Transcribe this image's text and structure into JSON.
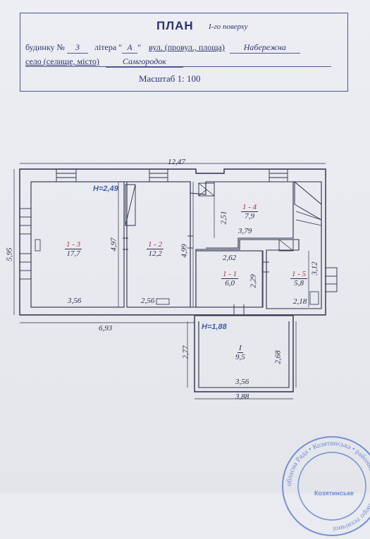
{
  "header": {
    "title": "ПЛАН",
    "subtitle": "І-го поверху",
    "building_label": "будинку №",
    "building_no": "3",
    "litera_label": "літера \"",
    "litera_value": "А",
    "litera_close": "\"",
    "street_label": "вул. (провул., площа)",
    "street_value": "Набережна",
    "village_label": "село (селище, місто)",
    "village_value": "Самгородок",
    "scale": "Масштаб  1: 100"
  },
  "plan": {
    "heights": {
      "main": "H=2,49",
      "annex": "H=1,88"
    },
    "dimensions": {
      "top_total": "12,47",
      "left_height": "5,95",
      "bottom_left": "6,93",
      "r13_width": "3,56",
      "r13_height": "4,97",
      "r12_width": "2,56",
      "r12_height": "4,99",
      "r14_height": "2,51",
      "r14_width": "3,79",
      "r11_width": "2,62",
      "r11_height": "2,29",
      "r15_height": "3,12",
      "r15_width": "2,18",
      "annex_left": "2,77",
      "annex_right": "2,68",
      "annex_inner": "3,56",
      "annex_outer": "3,88"
    },
    "rooms": [
      {
        "id": "1 - 3",
        "area": "17,7"
      },
      {
        "id": "1 - 2",
        "area": "12,2"
      },
      {
        "id": "1 - 4",
        "area": "7,9"
      },
      {
        "id": "1 - 1",
        "area": "6,0"
      },
      {
        "id": "1 - 5",
        "area": "5,8"
      },
      {
        "id": "I",
        "area": "9,5"
      }
    ]
  },
  "stamp": {
    "ring_text": "обласна Рада • Козятинська • районне об'єднане бюро технічної",
    "bottom_text": "Козятинське"
  },
  "colors": {
    "ink": "#2a2e4a",
    "header_ink": "#2c3470",
    "height_blue": "#3f5fa8",
    "room_red": "#b0323a",
    "stamp_blue": "#5a7ad0"
  }
}
